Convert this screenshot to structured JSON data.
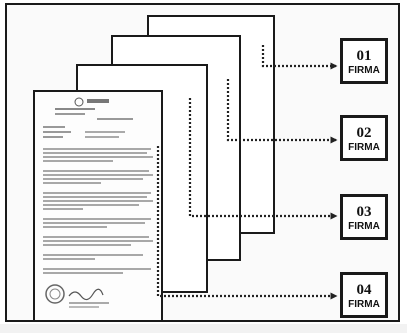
{
  "firmas": [
    {
      "number": "01",
      "label": "FIRMA"
    },
    {
      "number": "02",
      "label": "FIRMA"
    },
    {
      "number": "03",
      "label": "FIRMA"
    },
    {
      "number": "04",
      "label": "FIRMA"
    }
  ],
  "colors": {
    "line": "#1a1a1a",
    "connector": "#222222",
    "paper": "#ffffff"
  }
}
